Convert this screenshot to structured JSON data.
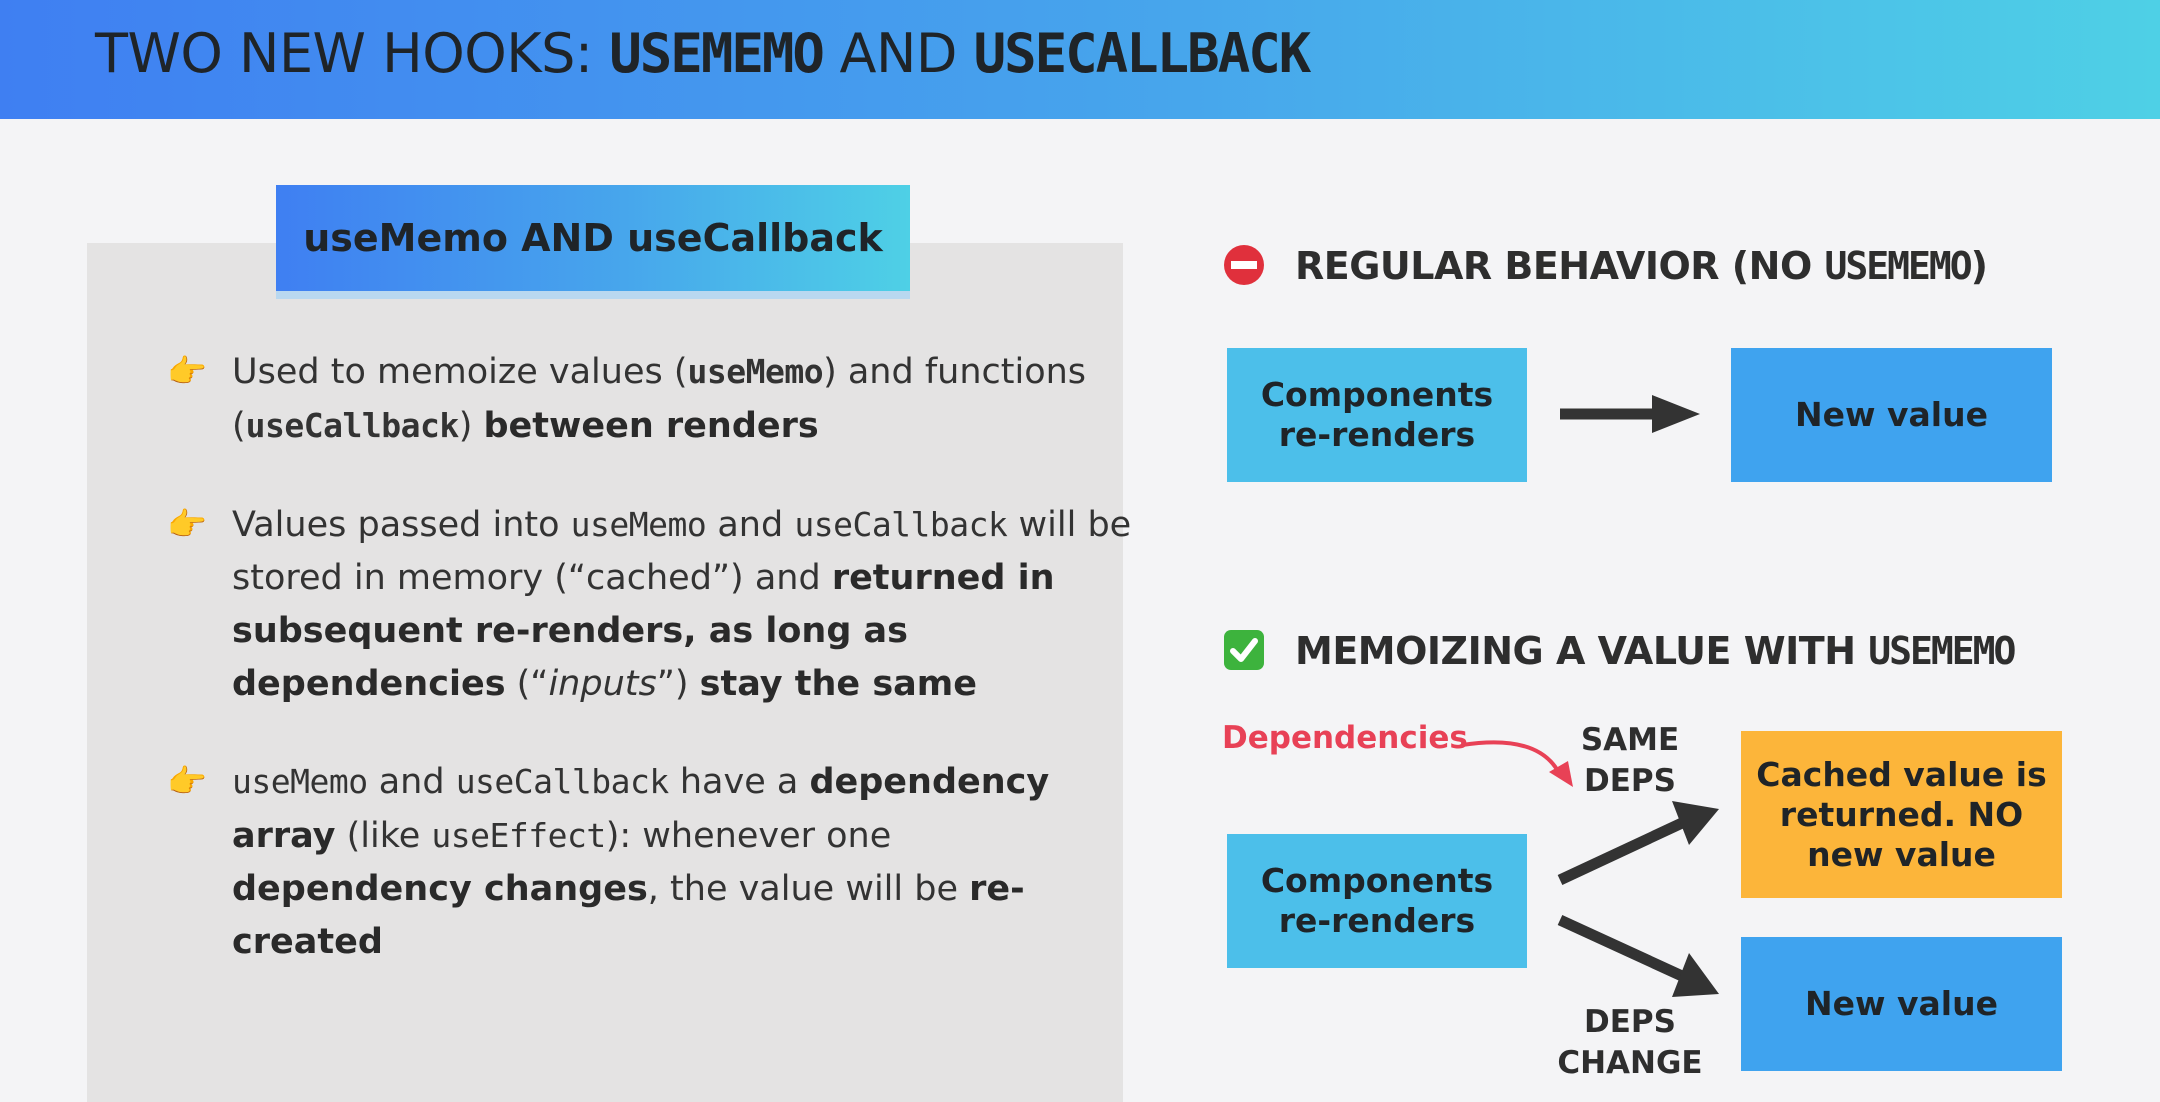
{
  "header": {
    "title_part1": "TWO NEW HOOKS: ",
    "title_code1": "USEMEMO",
    "title_part2": " AND ",
    "title_code2": "USECALLBACK"
  },
  "panel": {
    "tab_label": "useMemo AND useCallback",
    "bullets": [
      {
        "icon": "pointing-hand-icon",
        "t1": "Used to memoize values (",
        "c1": "useMemo",
        "t2": ") and functions (",
        "c2": "useCallback",
        "t3": ") ",
        "b1": "between renders"
      },
      {
        "icon": "pointing-hand-icon",
        "t1": "Values passed into ",
        "c1": "useMemo",
        "t2": " and ",
        "c2": "useCallback",
        "t3": " will be stored in memory (“cached”) and ",
        "b1": "returned in subsequent re-renders, as long as dependencies",
        "t4": " (“",
        "i1": "inputs",
        "t5": "”) ",
        "b2": "stay the same"
      },
      {
        "icon": "pointing-hand-icon",
        "c1": "useMemo",
        "t1": " and ",
        "c2": "useCallback",
        "t2": " have a ",
        "b1": "dependency array",
        "t3": " (like ",
        "c3": "useEffect",
        "t4": "): whenever one ",
        "b2": "dependency changes",
        "t5": ", the value will be ",
        "b3": "re-created"
      }
    ]
  },
  "regular": {
    "title": "REGULAR BEHAVIOR (NO ",
    "title_code": "USEMEMO",
    "title_end": ")",
    "icon": "no-entry-icon",
    "icon_color": "#e0303c",
    "box_left": "Components re-renders",
    "box_right": "New value"
  },
  "memo": {
    "title": "MEMOIZING A VALUE WITH ",
    "title_code": "USEMEMO",
    "icon": "check-mark-icon",
    "icon_color": "#3db33d",
    "dependencies_label": "Dependencies",
    "same_deps": "SAME DEPS",
    "deps_change": "DEPS CHANGE",
    "box_left": "Components re-renders",
    "box_cached": "Cached value is returned. NO new value",
    "box_new": "New value"
  },
  "colors": {
    "accent_blue": "#3fa3ef",
    "accent_cyan": "#4cbfea",
    "cached_orange": "#fcb53a",
    "dependency_red": "#e84156"
  }
}
